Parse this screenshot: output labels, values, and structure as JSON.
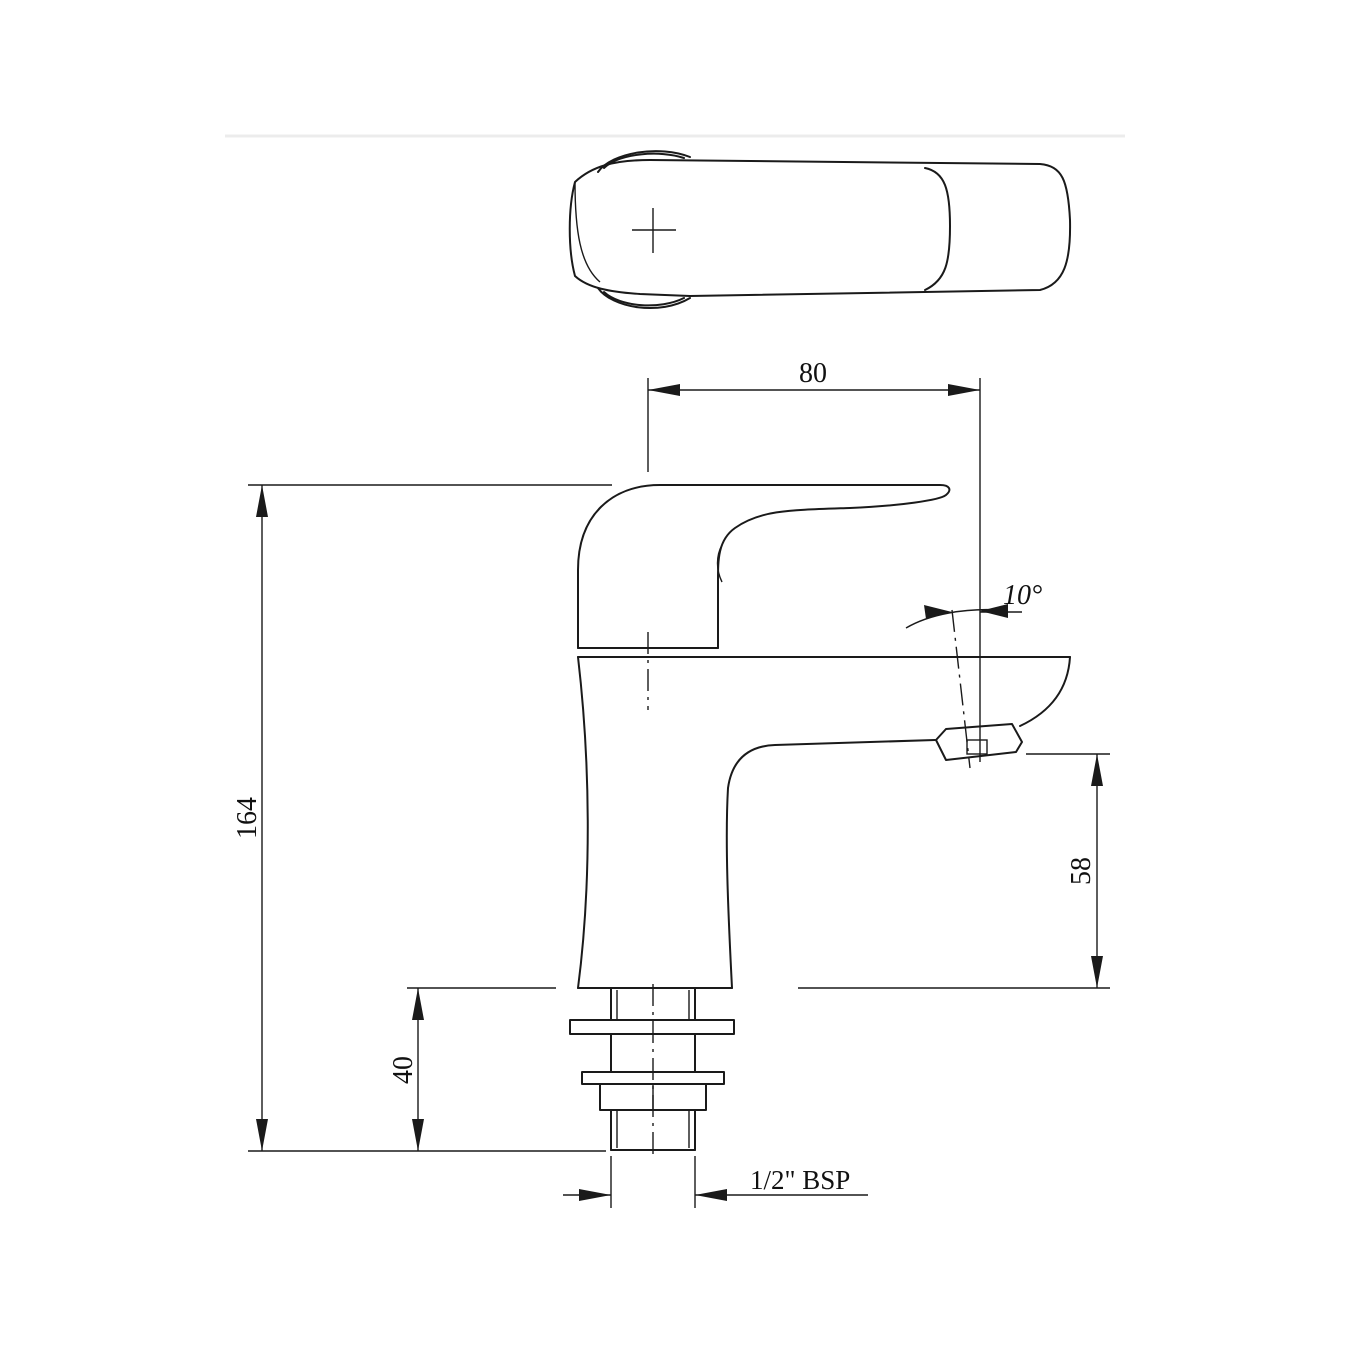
{
  "drawing": {
    "dimensions": {
      "spout_reach": "80",
      "total_height": "164",
      "spout_height": "58",
      "shank_length": "40",
      "spout_angle": "10°",
      "thread": "1/2\" BSP"
    }
  }
}
